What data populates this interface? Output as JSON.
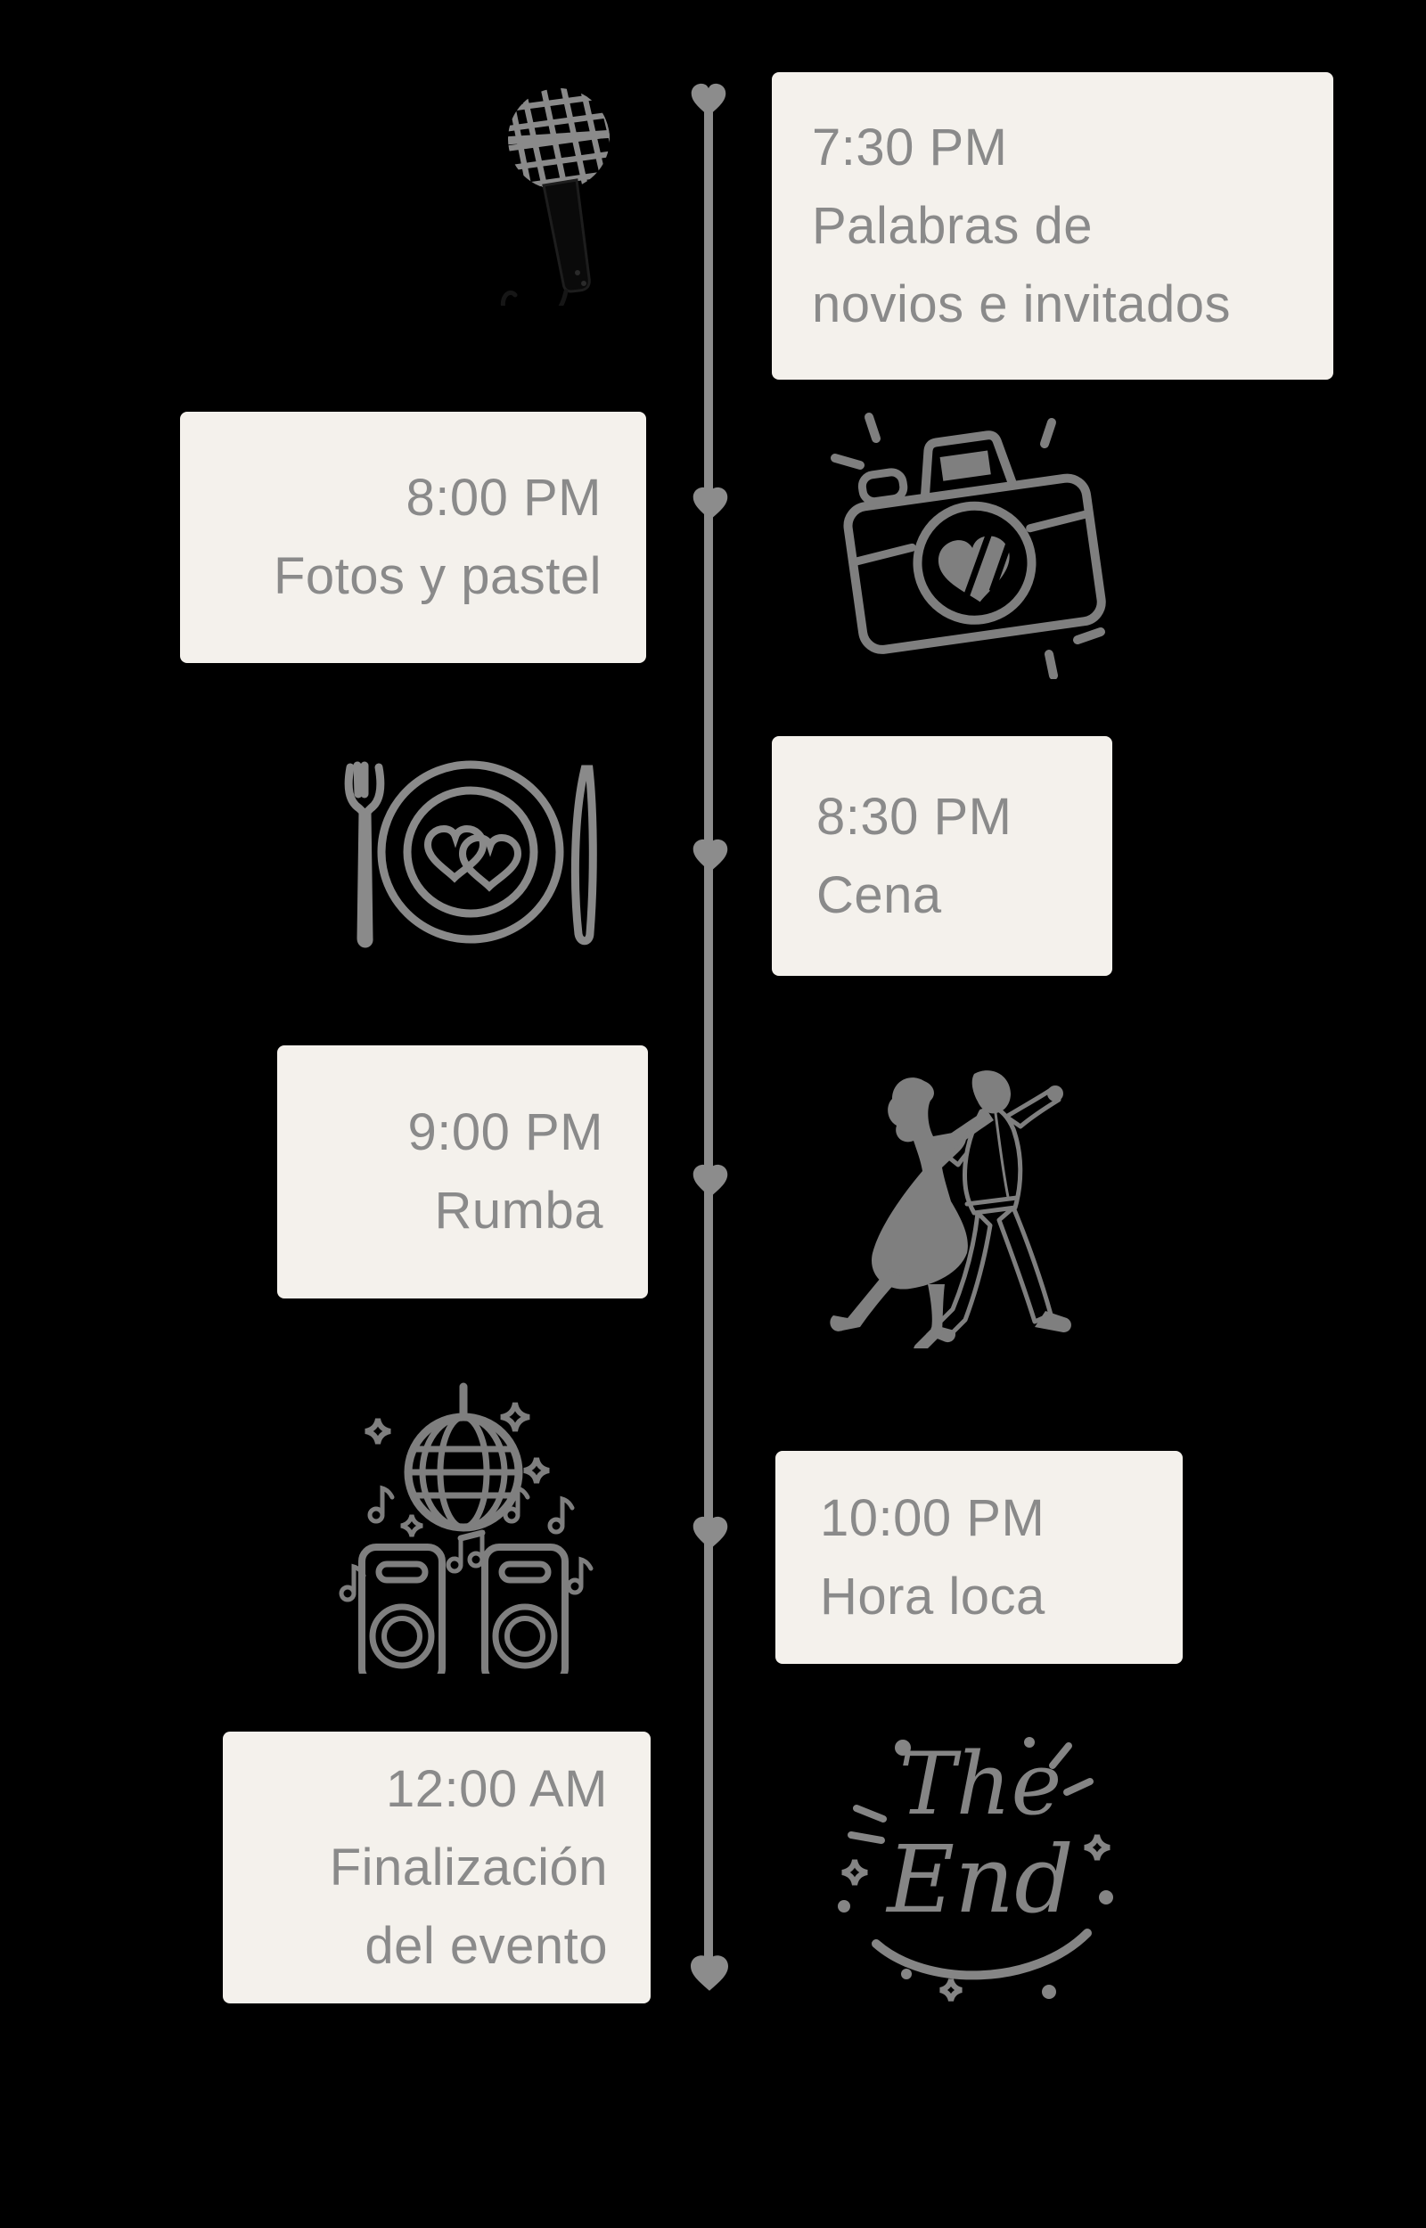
{
  "page": {
    "background_color": "#000000",
    "card_background_color": "#F4F1EC",
    "text_color": "#8A8A8A",
    "timeline_color": "#8C8C8C",
    "icon_color": "#7F7F7F"
  },
  "timeline": {
    "orientation": "vertical",
    "node_shape": "heart",
    "events": [
      {
        "time": "7:30 PM",
        "lines": [
          "Palabras de",
          "novios e invitados"
        ],
        "side": "right",
        "icon": "microphone-icon"
      },
      {
        "time": "8:00 PM",
        "lines": [
          "Fotos y pastel"
        ],
        "side": "left",
        "icon": "camera-heart-icon"
      },
      {
        "time": "8:30 PM",
        "lines": [
          "Cena"
        ],
        "side": "right",
        "icon": "dinner-plate-hearts-icon"
      },
      {
        "time": "9:00 PM",
        "lines": [
          "Rumba"
        ],
        "side": "left",
        "icon": "dancing-couple-icon"
      },
      {
        "time": "10:00 PM",
        "lines": [
          "Hora loca"
        ],
        "side": "right",
        "icon": "disco-ball-speakers-icon"
      },
      {
        "time": "12:00 AM",
        "lines": [
          "Finalización",
          "del evento"
        ],
        "side": "left",
        "icon": "the-end-icon"
      }
    ]
  },
  "icons": {
    "the_end": {
      "word1": "The",
      "word2": "End"
    }
  }
}
